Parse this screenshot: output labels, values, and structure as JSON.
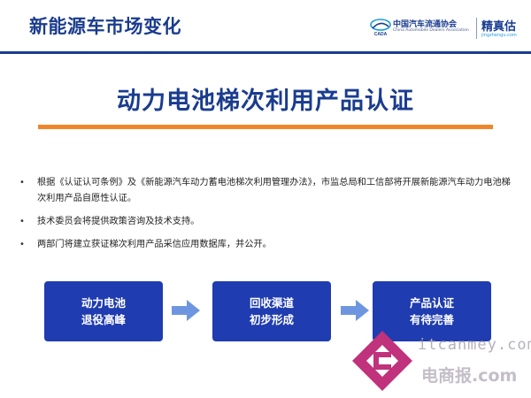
{
  "header": {
    "title": "新能源车市场变化",
    "logo_caada_cn": "中国汽车流通协会",
    "logo_caada_en": "China Automobile Dealers Association",
    "logo_jzg_cn": "精真估",
    "logo_jzg_en": "jingzhengu.com"
  },
  "slide": {
    "title": "动力电池梯次利用产品认证",
    "bullets": [
      "根据《认证认可条例》及《新能源汽车动力蓄电池梯次利用管理办法》，市监总局和工信部将开展新能源汽车动力电池梯次利用产品自愿性认证。",
      "技术委员会将提供政策咨询及技术支持。",
      "两部门将建立获证梯次利用产品采信应用数据库，并公开。"
    ],
    "bullet_marker": "•",
    "steps": [
      {
        "line1": "动力电池",
        "line2": "退役高峰"
      },
      {
        "line1": "回收渠道",
        "line2": "初步形成"
      },
      {
        "line1": "产品认证",
        "line2": "有待完善"
      }
    ]
  },
  "watermark": {
    "top": "itcanmey.com",
    "bottom": "电商报.com"
  },
  "colors": {
    "primary_blue": "#1a3c8f",
    "box_blue": "#1f3cb0",
    "accent_orange": "#f0862a",
    "arrow_blue": "#6e96e0",
    "watermark_magenta": "#c0327c"
  }
}
